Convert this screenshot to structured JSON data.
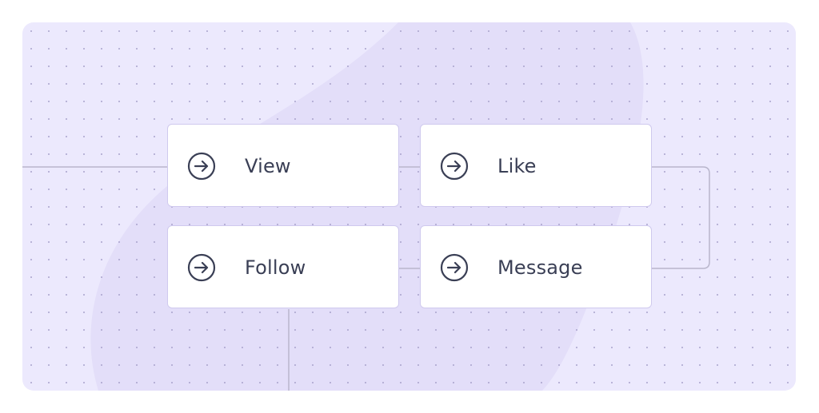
{
  "actions": [
    {
      "label": "View",
      "icon": "arrow-right-circle-icon"
    },
    {
      "label": "Like",
      "icon": "arrow-right-circle-icon"
    },
    {
      "label": "Follow",
      "icon": "arrow-right-circle-icon"
    },
    {
      "label": "Message",
      "icon": "arrow-right-circle-icon"
    }
  ],
  "colors": {
    "panel_background": "#ece9fd",
    "blob": "#e3def9",
    "card_border": "#cfc9ee",
    "connector": "#b9b6cc",
    "text": "#3a3f55"
  }
}
